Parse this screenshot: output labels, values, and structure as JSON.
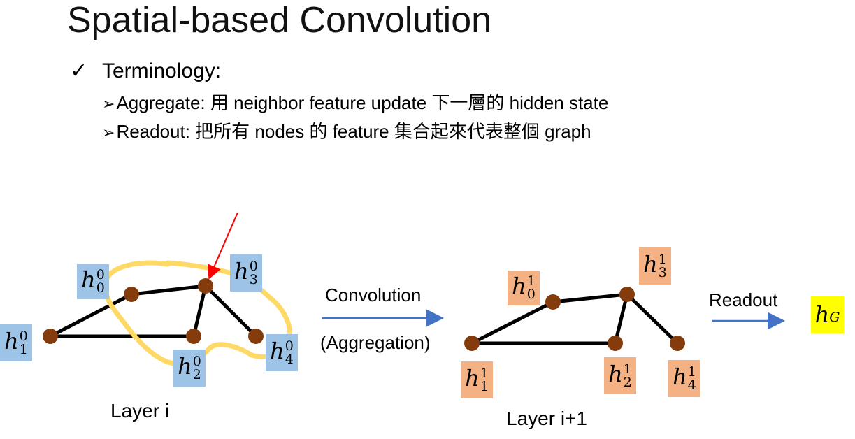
{
  "title": "Spatial-based Convolution",
  "bullet": {
    "check": "✓",
    "text": "Terminology:"
  },
  "sub_items": [
    {
      "arrow": "➢",
      "text": "Aggregate: 用 neighbor feature update 下一層的 hidden state"
    },
    {
      "arrow": "➢",
      "text": "Readout: 把所有 nodes 的 feature 集合起來代表整個 graph"
    }
  ],
  "layer0": {
    "caption": "Layer i",
    "labels": [
      {
        "base": "h",
        "sub": "0",
        "sup": "0"
      },
      {
        "base": "h",
        "sub": "1",
        "sup": "0"
      },
      {
        "base": "h",
        "sub": "2",
        "sup": "0"
      },
      {
        "base": "h",
        "sub": "3",
        "sup": "0"
      },
      {
        "base": "h",
        "sub": "4",
        "sup": "0"
      }
    ]
  },
  "layer1": {
    "caption": "Layer i+1",
    "labels": [
      {
        "base": "h",
        "sub": "0",
        "sup": "1"
      },
      {
        "base": "h",
        "sub": "1",
        "sup": "1"
      },
      {
        "base": "h",
        "sub": "2",
        "sup": "1"
      },
      {
        "base": "h",
        "sub": "3",
        "sup": "1"
      },
      {
        "base": "h",
        "sub": "4",
        "sup": "1"
      }
    ]
  },
  "convolution": {
    "line1": "Convolution",
    "line2": "(Aggregation)"
  },
  "readout": {
    "label": "Readout",
    "output": {
      "base": "h",
      "sub": "G"
    }
  },
  "colors": {
    "node": "#843c0c",
    "edge": "#000000",
    "blue_label": "#9dc3e6",
    "orange_label": "#f4b183",
    "yellow_label": "#ffff00",
    "arrow": "#4472c4",
    "highlight_curve": "#ffd966",
    "pointer": "#ff0000"
  }
}
